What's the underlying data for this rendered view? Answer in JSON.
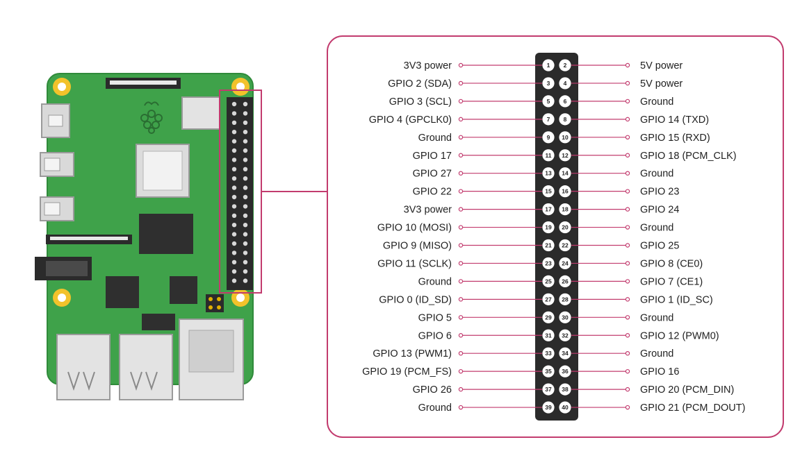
{
  "colors": {
    "accent": "#c23b6e",
    "board_green": "#3fa24a",
    "board_edge": "#2f8a3a",
    "header_black": "#2b2b2b",
    "mounting_hole": "#f2c22b"
  },
  "pinout": {
    "rows": [
      {
        "left_pin": "1",
        "left_label": "3V3 power",
        "right_pin": "2",
        "right_label": "5V power"
      },
      {
        "left_pin": "3",
        "left_label": "GPIO 2 (SDA)",
        "right_pin": "4",
        "right_label": "5V power"
      },
      {
        "left_pin": "5",
        "left_label": "GPIO 3 (SCL)",
        "right_pin": "6",
        "right_label": "Ground"
      },
      {
        "left_pin": "7",
        "left_label": "GPIO 4 (GPCLK0)",
        "right_pin": "8",
        "right_label": "GPIO 14 (TXD)"
      },
      {
        "left_pin": "9",
        "left_label": "Ground",
        "right_pin": "10",
        "right_label": "GPIO 15 (RXD)"
      },
      {
        "left_pin": "11",
        "left_label": "GPIO 17",
        "right_pin": "12",
        "right_label": "GPIO 18 (PCM_CLK)"
      },
      {
        "left_pin": "13",
        "left_label": "GPIO 27",
        "right_pin": "14",
        "right_label": "Ground"
      },
      {
        "left_pin": "15",
        "left_label": "GPIO 22",
        "right_pin": "16",
        "right_label": "GPIO 23"
      },
      {
        "left_pin": "17",
        "left_label": "3V3 power",
        "right_pin": "18",
        "right_label": "GPIO 24"
      },
      {
        "left_pin": "19",
        "left_label": "GPIO 10 (MOSI)",
        "right_pin": "20",
        "right_label": "Ground"
      },
      {
        "left_pin": "21",
        "left_label": "GPIO 9 (MISO)",
        "right_pin": "22",
        "right_label": "GPIO 25"
      },
      {
        "left_pin": "23",
        "left_label": "GPIO 11 (SCLK)",
        "right_pin": "24",
        "right_label": "GPIO 8 (CE0)"
      },
      {
        "left_pin": "25",
        "left_label": "Ground",
        "right_pin": "26",
        "right_label": "GPIO 7 (CE1)"
      },
      {
        "left_pin": "27",
        "left_label": "GPIO 0 (ID_SD)",
        "right_pin": "28",
        "right_label": "GPIO 1 (ID_SC)"
      },
      {
        "left_pin": "29",
        "left_label": "GPIO 5",
        "right_pin": "30",
        "right_label": "Ground"
      },
      {
        "left_pin": "31",
        "left_label": "GPIO 6",
        "right_pin": "32",
        "right_label": "GPIO 12 (PWM0)"
      },
      {
        "left_pin": "33",
        "left_label": "GPIO 13 (PWM1)",
        "right_pin": "34",
        "right_label": "Ground"
      },
      {
        "left_pin": "35",
        "left_label": "GPIO 19 (PCM_FS)",
        "right_pin": "36",
        "right_label": "GPIO 16"
      },
      {
        "left_pin": "37",
        "left_label": "GPIO 26",
        "right_pin": "38",
        "right_label": "GPIO 20 (PCM_DIN)"
      },
      {
        "left_pin": "39",
        "left_label": "Ground",
        "right_pin": "40",
        "right_label": "GPIO 21 (PCM_DOUT)"
      }
    ]
  }
}
